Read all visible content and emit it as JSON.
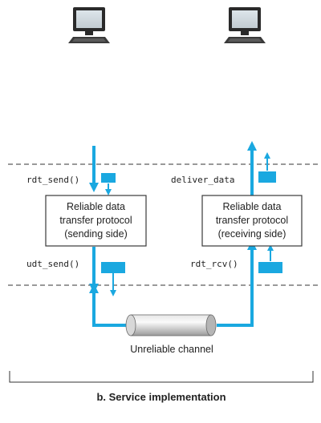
{
  "sender": {
    "computer_icon": "desktop-computer-icon",
    "rdt_send_label": "rdt_send()",
    "udt_send_label": "udt_send()",
    "protocol_box": {
      "line1": "Reliable data",
      "line2": "transfer protocol",
      "line3": "(sending side)"
    }
  },
  "receiver": {
    "computer_icon": "desktop-computer-icon",
    "deliver_data_label": "deliver_data",
    "rdt_rcv_label": "rdt_rcv()",
    "protocol_box": {
      "line1": "Reliable data",
      "line2": "transfer protocol",
      "line3": "(receiving side)"
    }
  },
  "channel": {
    "label": "Unreliable channel"
  },
  "caption": "b. Service implementation",
  "colors": {
    "arrow": "#1aa8e0",
    "packet": "#1aa8e0",
    "box_border": "#3a3a3a",
    "dashed_line": "#333333"
  }
}
